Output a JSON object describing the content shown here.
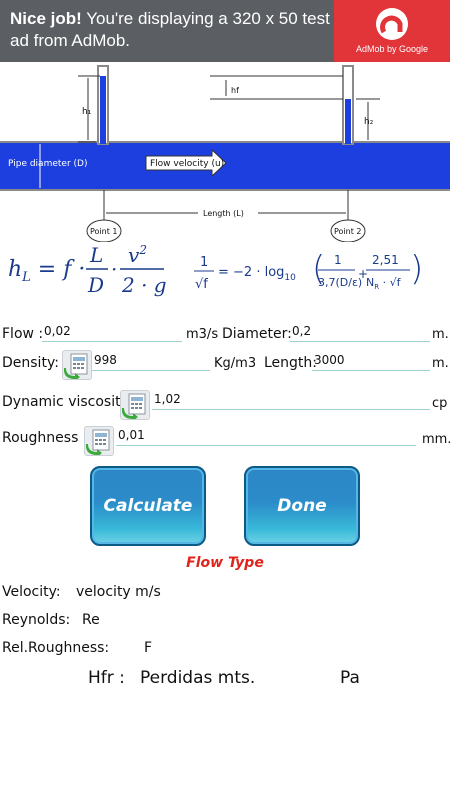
{
  "ad": {
    "headline": "Nice job!",
    "body": " You're displaying a 320 x 50 test ad from AdMob.",
    "brand": "AdMob by Google",
    "brand_color": "#e2353a",
    "banner_color": "#5b5f63"
  },
  "diagram": {
    "h1": "h₁",
    "hf": "hf",
    "h2": "h₂",
    "pipe_diameter": "Pipe diameter (D)",
    "flow_velocity": "Flow velocity (u)",
    "length": "Length (L)",
    "point1": "Point 1",
    "point2": "Point 2",
    "pipe_color": "#1d3fe0"
  },
  "form": {
    "flow_label": "Flow :",
    "flow_value": "0,02",
    "flow_unit": "m3/s",
    "diameter_label": "Diameter:",
    "diameter_value": "0,2",
    "diameter_unit": "m.",
    "density_label": "Density:",
    "density_value": "998",
    "density_unit": "Kg/m3",
    "length_label": "Length:",
    "length_value": "3000",
    "length_unit": "m.",
    "viscosity_label": "Dynamic viscosity",
    "viscosity_value": "1,02",
    "viscosity_unit": "cp",
    "roughness_label": "Roughness :",
    "roughness_value": "0,01",
    "roughness_unit": "mm."
  },
  "buttons": {
    "calculate": "Calculate",
    "done": "Done"
  },
  "results": {
    "flow_type": "Flow Type",
    "flow_type_color": "#e0241b",
    "velocity_label": "Velocity:",
    "velocity_value": "velocity m/s",
    "reynolds_label": "Reynolds:",
    "reynolds_value": "Re",
    "relrough_label": "Rel.Roughness:",
    "relrough_value": "F",
    "hfr_label": "Hfr :",
    "hfr_value": "Perdidas mts.",
    "hfr_unit": "Pa"
  },
  "icons": [
    "calculator-icon",
    "admob-logo-icon"
  ]
}
